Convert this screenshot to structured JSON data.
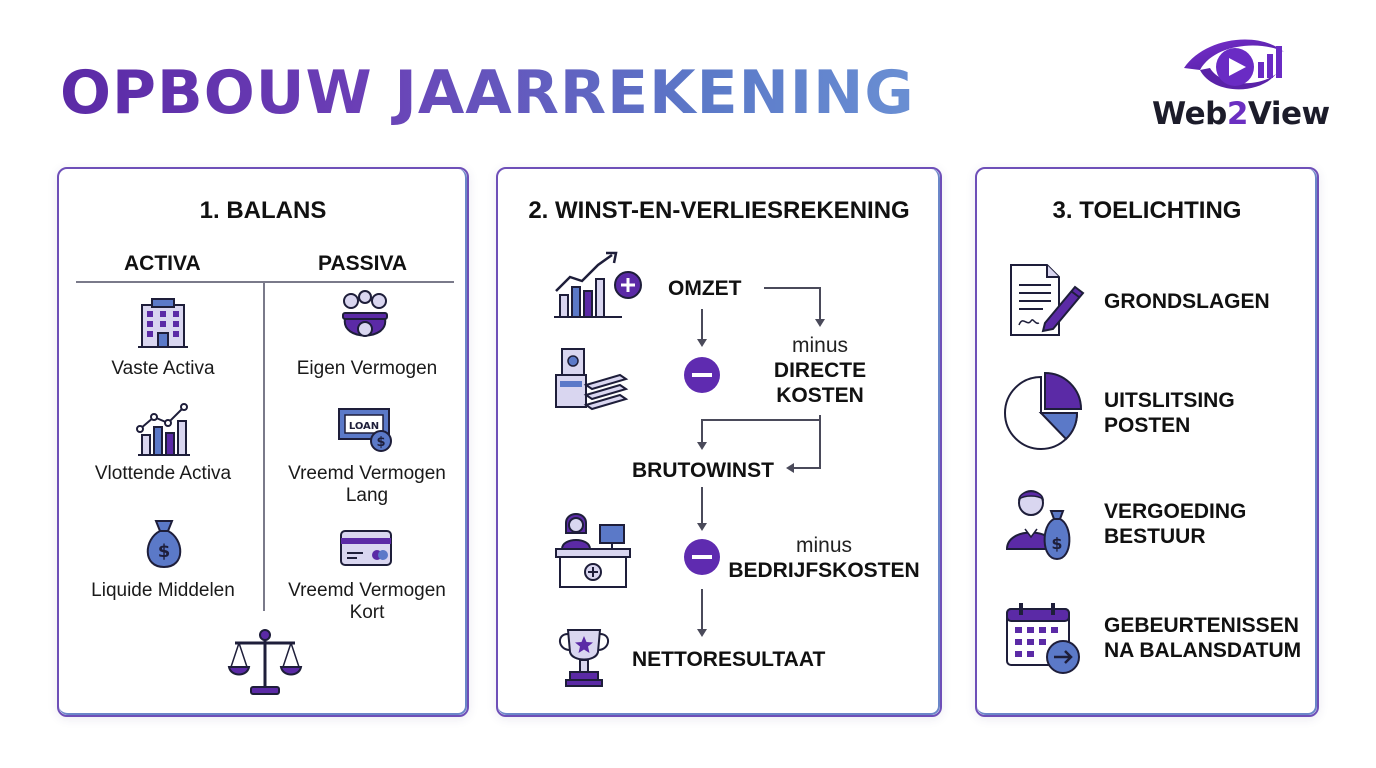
{
  "title": "OPBOUW JAARREKENING",
  "logo": {
    "text_part1": "Web",
    "text_part2": "2",
    "text_part3": "View"
  },
  "balans": {
    "title": "1. BALANS",
    "activa_header": "ACTIVA",
    "passiva_header": "PASSIVA",
    "activa_items": [
      "Vaste Activa",
      "Vlottende Activa",
      "Liquide Middelen"
    ],
    "passiva_items": [
      "Eigen Vermogen",
      "Vreemd Vermogen Lang",
      "Vreemd Vermogen Kort"
    ],
    "loan_sign_text": "LOAN"
  },
  "wv": {
    "title": "2. WINST-EN-VERLIESREKENING",
    "omzet": "OMZET",
    "minus_word": "minus",
    "directe_kosten": "DIRECTE KOSTEN",
    "brutowinst": "BRUTOWINST",
    "bedrijfskosten": "BEDRIJFSKOSTEN",
    "nettoresultaat": "NETTORESULTAAT"
  },
  "toelichting": {
    "title": "3. TOELICHTING",
    "items": [
      "GRONDSLAGEN",
      "UITSLITSING POSTEN",
      "VERGOEDING BESTUUR",
      "GEBEURTENISSEN NA BALANSDATUM"
    ]
  },
  "colors": {
    "purple": "#5b2aa6",
    "blue": "#5b79c8",
    "icon_fill": "#d9d6f0",
    "minus": "#5f2bb0"
  }
}
